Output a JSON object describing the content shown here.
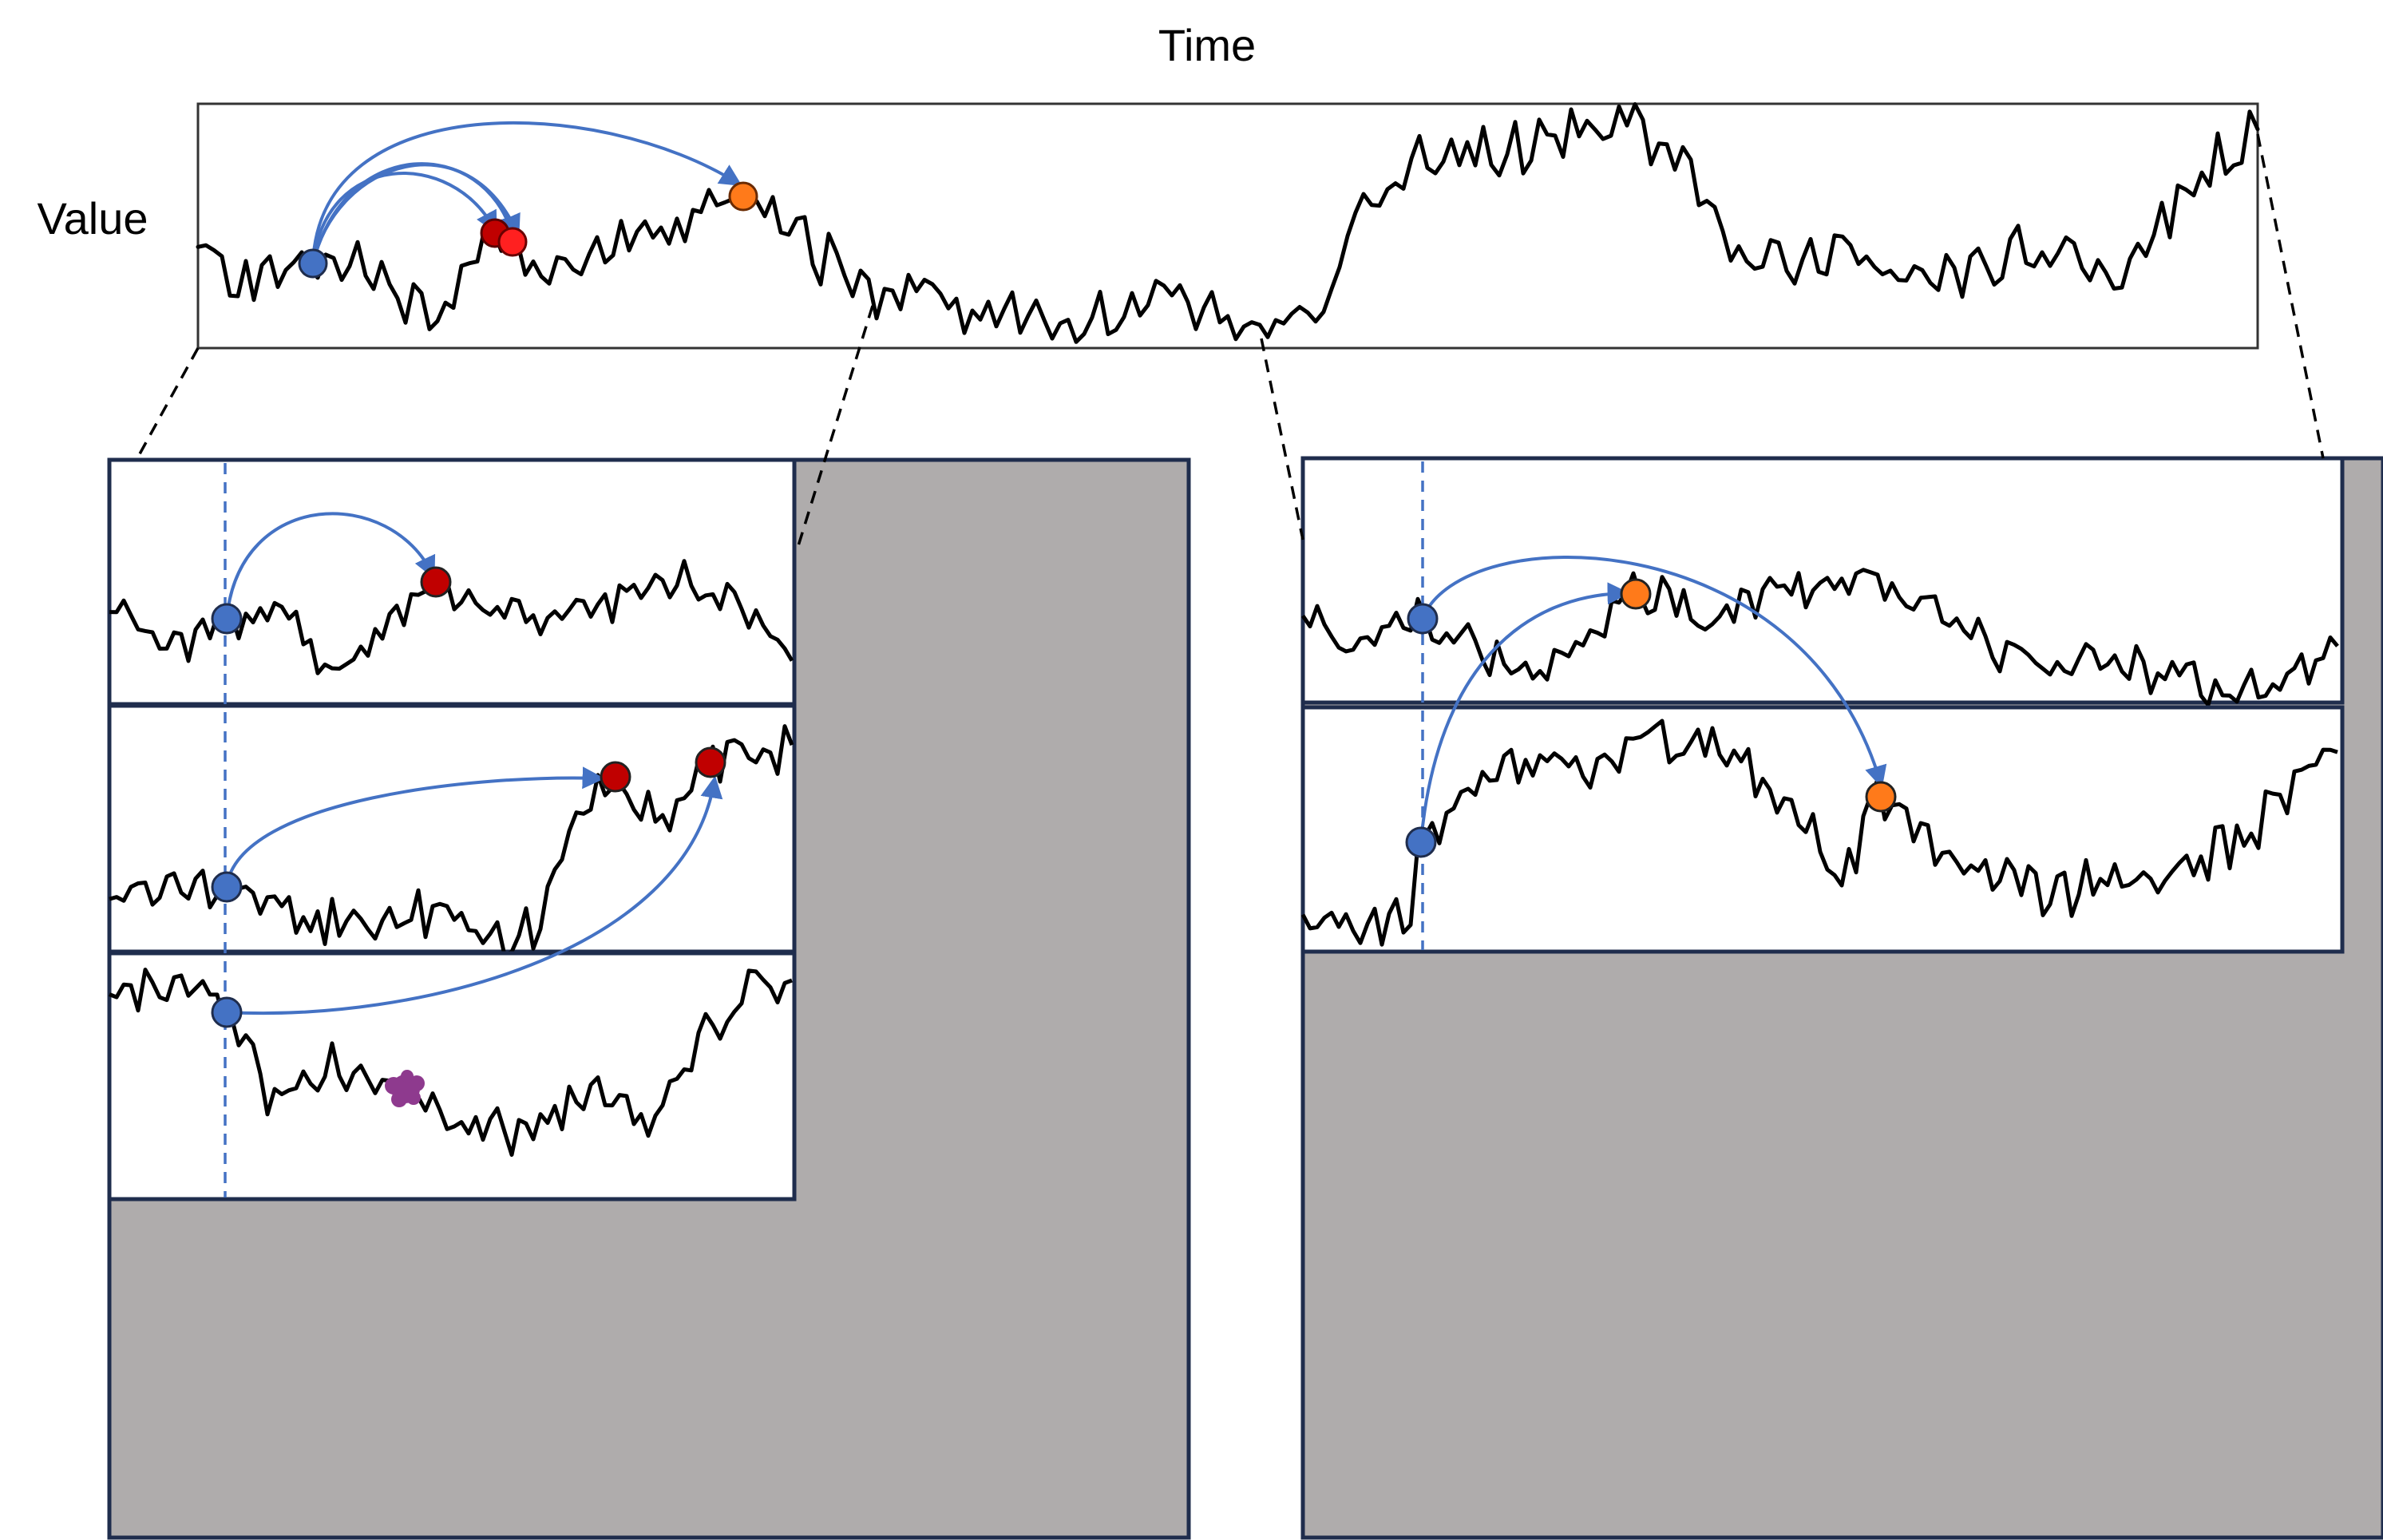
{
  "labels": {
    "top": "Time",
    "left": "Value"
  },
  "colors": {
    "series_line": "#000000",
    "arrow": "#4472C4",
    "frame": "#1F2D4D",
    "panel_background": "#AFACAC",
    "query_point": "#4472C4",
    "red_match": "#C00000",
    "bright_red_match": "#FF2020",
    "orange_match": "#FF7A1A",
    "purple_blob": "#8E3A8E"
  },
  "icons": {
    "query_point": "blue-circle-marker",
    "red_match": "red-circle-marker",
    "orange_match": "orange-circle-marker",
    "purple_blob": "purple-blob-marker"
  }
}
